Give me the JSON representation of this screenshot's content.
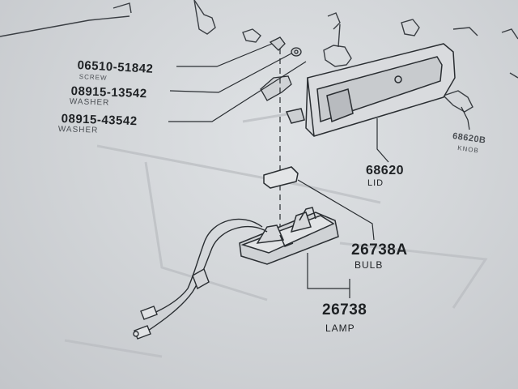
{
  "diagram": {
    "callouts": [
      {
        "id": "screw",
        "part_number": "06510-51842",
        "name": "SCREW"
      },
      {
        "id": "washer-1",
        "part_number": "08915-13542",
        "name": "WASHER"
      },
      {
        "id": "washer-2",
        "part_number": "08915-43542",
        "name": "WASHER"
      },
      {
        "id": "lid",
        "part_number": "68620",
        "name": "LID"
      },
      {
        "id": "knob",
        "part_number": "68620B",
        "name": "KNOB"
      },
      {
        "id": "bulb",
        "part_number": "26738A",
        "name": "BULB"
      },
      {
        "id": "lamp",
        "part_number": "26738",
        "name": "LAMP"
      }
    ]
  },
  "colors": {
    "paper": "#d6d9dc",
    "ink": "#1e2124"
  }
}
